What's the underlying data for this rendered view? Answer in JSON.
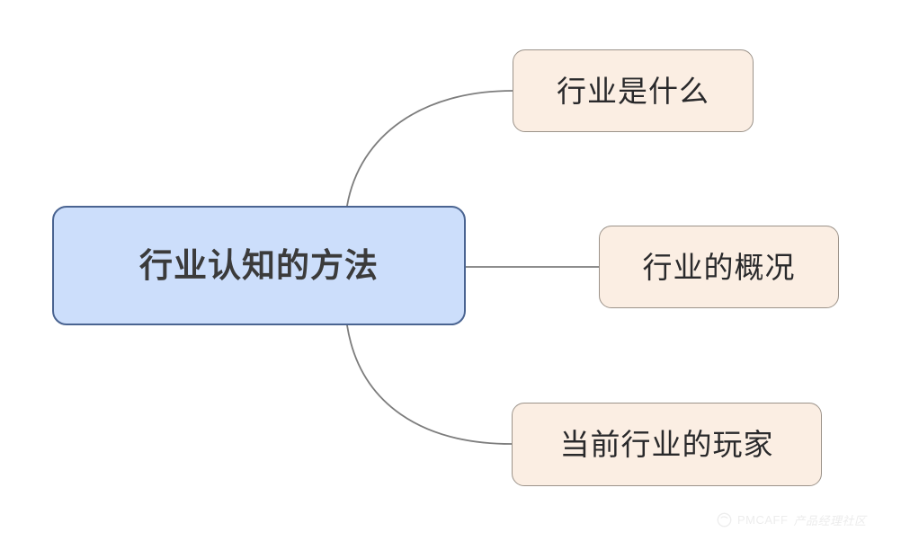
{
  "diagram": {
    "type": "mind-map",
    "background_color": "#ffffff",
    "root": {
      "label": "行业认知的方法",
      "fill_color": "#ccdefb",
      "border_color": "#4a6491",
      "text_color": "#3b3b3b"
    },
    "children": [
      {
        "label": "行业是什么",
        "fill_color": "#fbeee3",
        "border_color": "#9c938a",
        "text_color": "#29292b"
      },
      {
        "label": "行业的概况",
        "fill_color": "#fbeee3",
        "border_color": "#9c938a",
        "text_color": "#29292b"
      },
      {
        "label": "当前行业的玩家",
        "fill_color": "#fbeee3",
        "border_color": "#9c938a",
        "text_color": "#29292b"
      }
    ],
    "connectors": {
      "color": "#7d7d7d",
      "width": 1.8,
      "paths": [
        "M 386 229 C 400 150 470 101 570 101",
        "M 518 297 L 666 297",
        "M 386 362 C 400 450 470 494 569 494"
      ]
    }
  },
  "watermark": {
    "logo_icon": "pmcaff-circle-logo-icon",
    "brand": "PMCAFF",
    "tagline": "产品经理社区",
    "color": "#ededed"
  }
}
